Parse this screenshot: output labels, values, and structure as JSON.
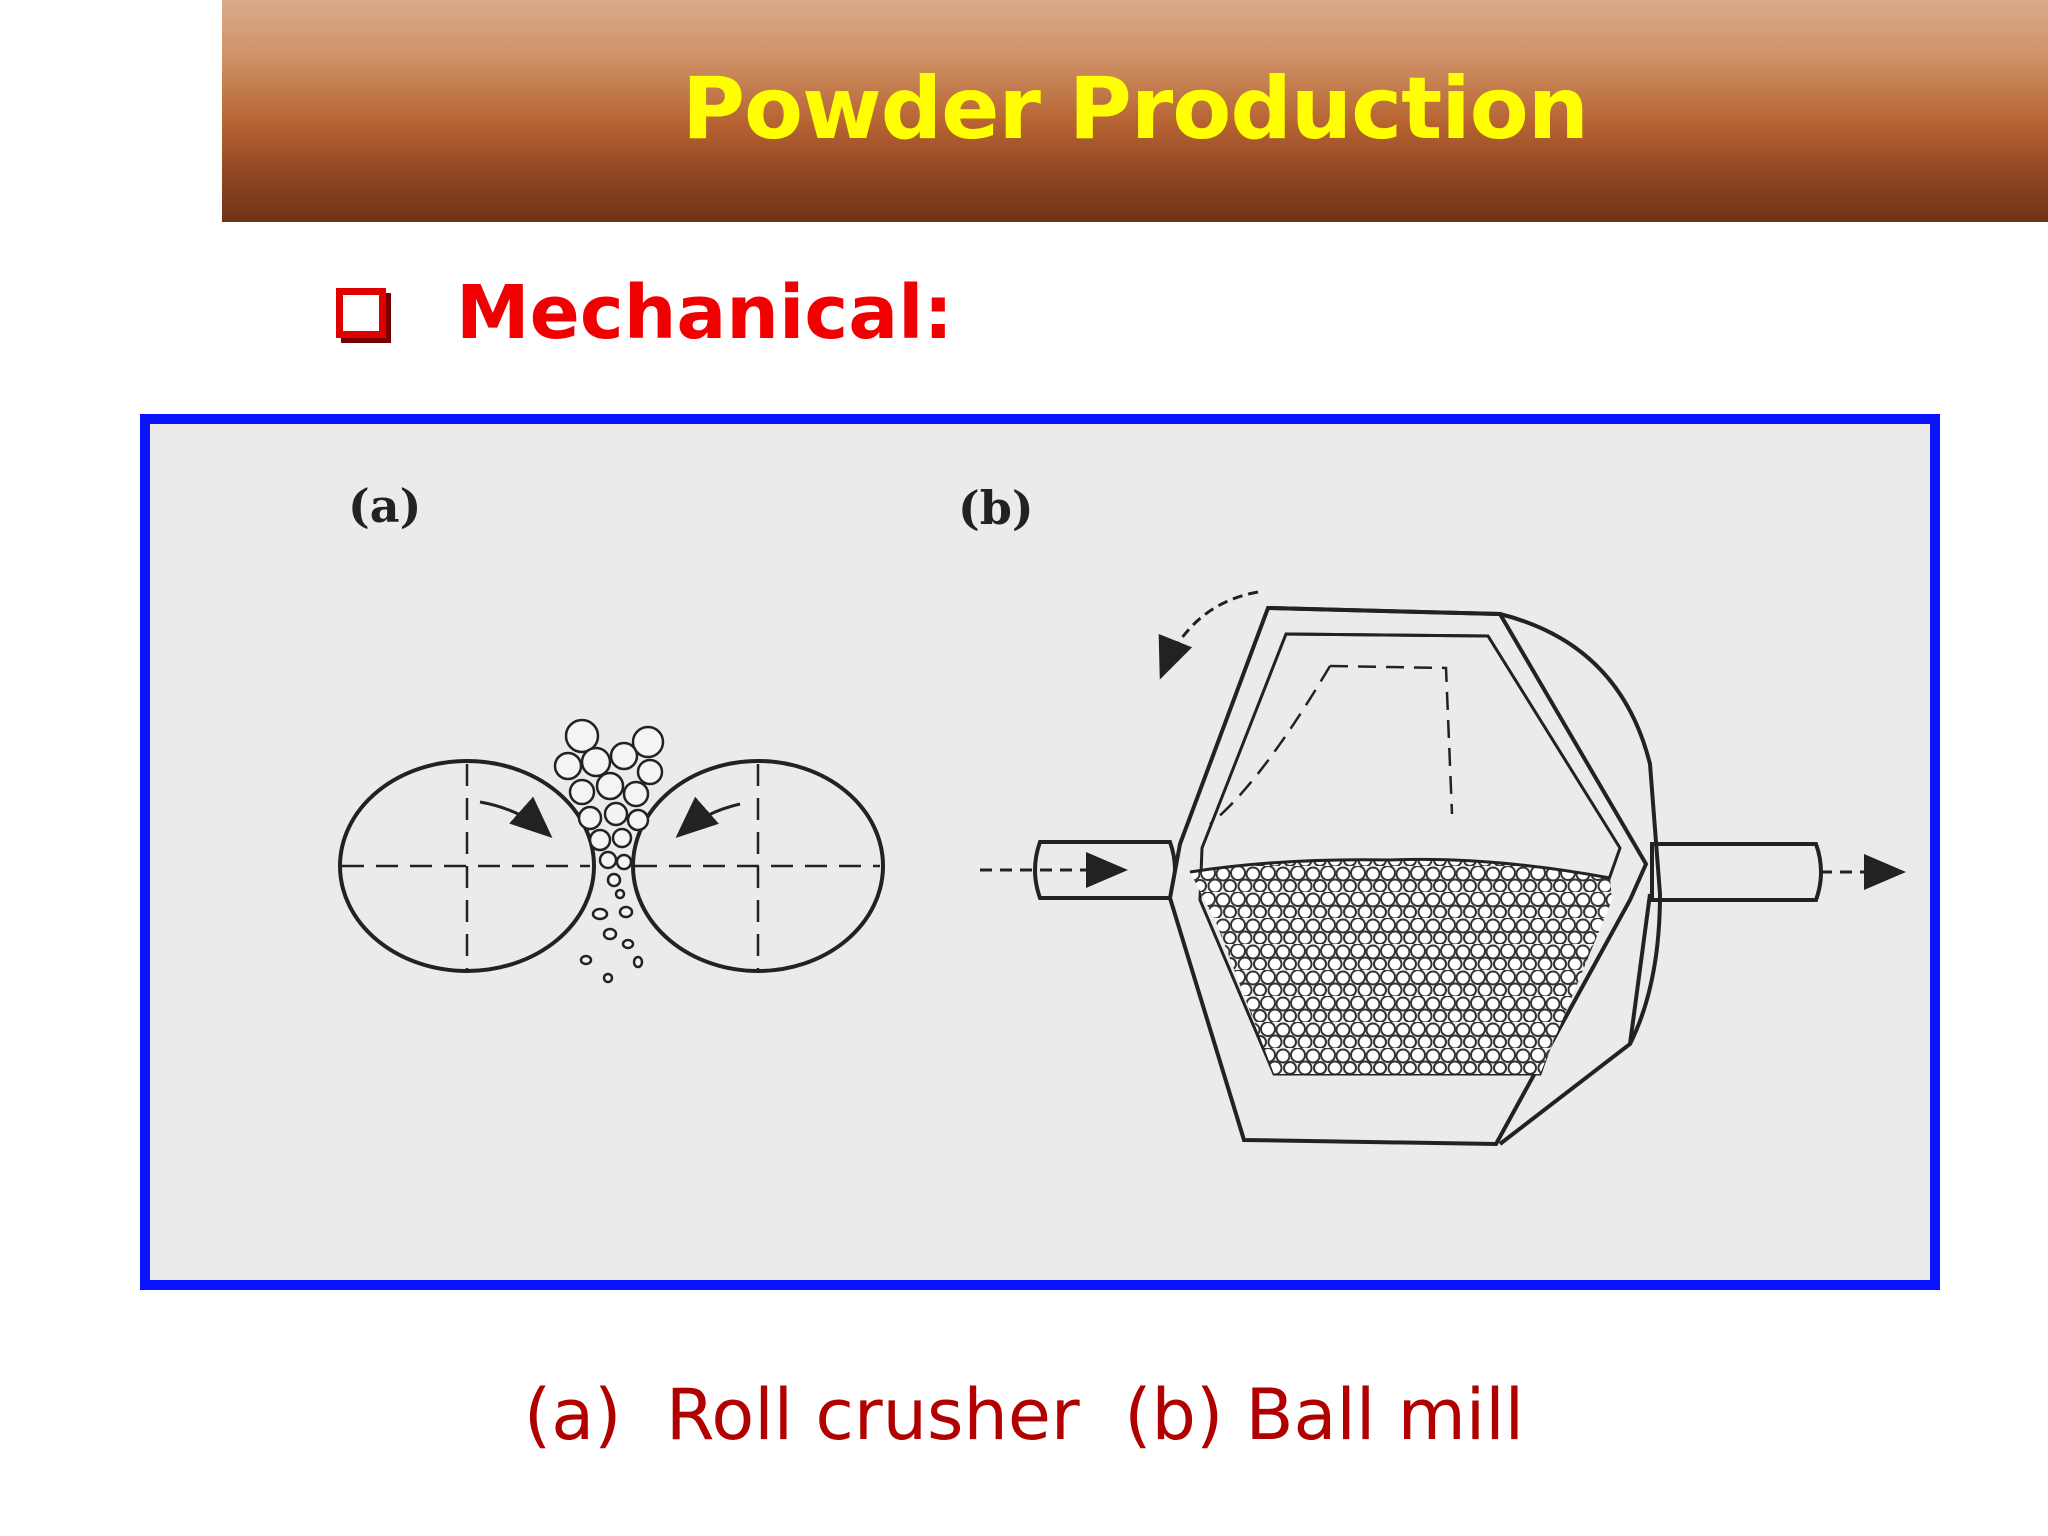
{
  "header": {
    "title": "Powder Production"
  },
  "section": {
    "bullet_label": "Mechanical:"
  },
  "figure": {
    "label_a": "(a)",
    "label_b": "(b)"
  },
  "caption": {
    "part_a": "(a)  Roll crusher",
    "part_b": "(b) Ball mill"
  },
  "colors": {
    "title_text": "#ffff00",
    "bullet_text": "#f00000",
    "frame_border": "#0a14ff",
    "caption_text": "#b00000"
  }
}
